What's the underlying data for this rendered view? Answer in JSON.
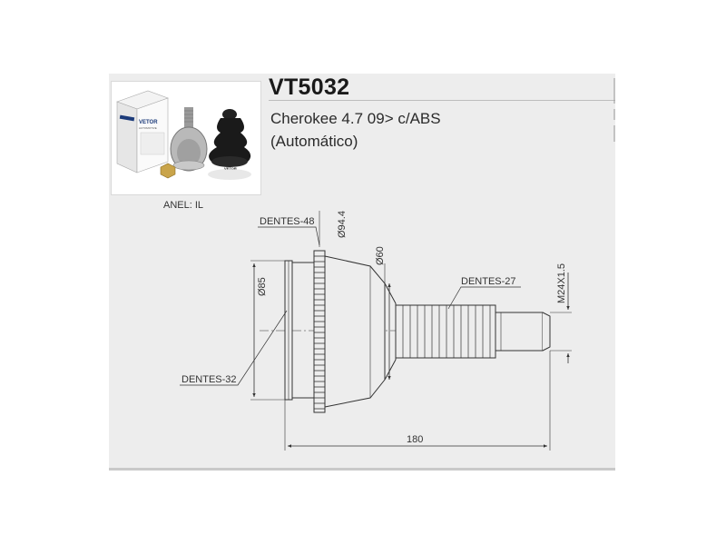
{
  "header": {
    "part_number": "VT5032",
    "description_line1": "Cherokee 4.7 09> c/ABS",
    "description_line2": "(Automático)"
  },
  "photo": {
    "box_brand": "VETOR",
    "box_tagline": "AUTOMOTIVE",
    "boot_brand": "VETOR"
  },
  "anel_label": "ANEL: IL",
  "dimensions": {
    "teeth_48": "DENTES-48",
    "teeth_32": "DENTES-32",
    "teeth_27": "DENTES-27",
    "diameter_94": "Ø94.4",
    "diameter_85": "Ø85",
    "diameter_60": "Ø60",
    "thread": "M24X1.5",
    "length": "180"
  },
  "colors": {
    "sheet_background": "#ededed",
    "line": "#333333"
  }
}
